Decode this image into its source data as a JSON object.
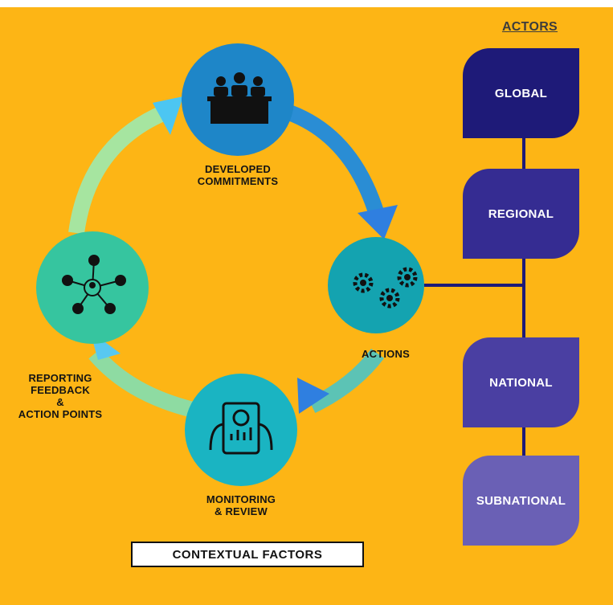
{
  "diagram": {
    "cycle_stages": {
      "developed": "DEVELOPED\nCOMMITMENTS",
      "actions": "ACTIONS",
      "monitoring": "MONITORING\n& REVIEW",
      "reporting": "REPORTING\nFEEDBACK\n&\nACTION POINTS"
    },
    "actors_title": "ACTORS",
    "actors": [
      "GLOBAL",
      "REGIONAL",
      "NATIONAL",
      "SUBNATIONAL"
    ],
    "contextual_factors": "CONTEXTUAL  FACTORS"
  },
  "colors": {
    "background": "#FDB515",
    "global": "#1E1A78",
    "regional": "#352C92",
    "national": "#4A3FA2",
    "subnational": "#6A60B5",
    "circle_blue": "#1E86C8",
    "circle_teal": "#14A8B4",
    "circle_cyan": "#17B7C7",
    "circle_green": "#3BC9A0"
  }
}
